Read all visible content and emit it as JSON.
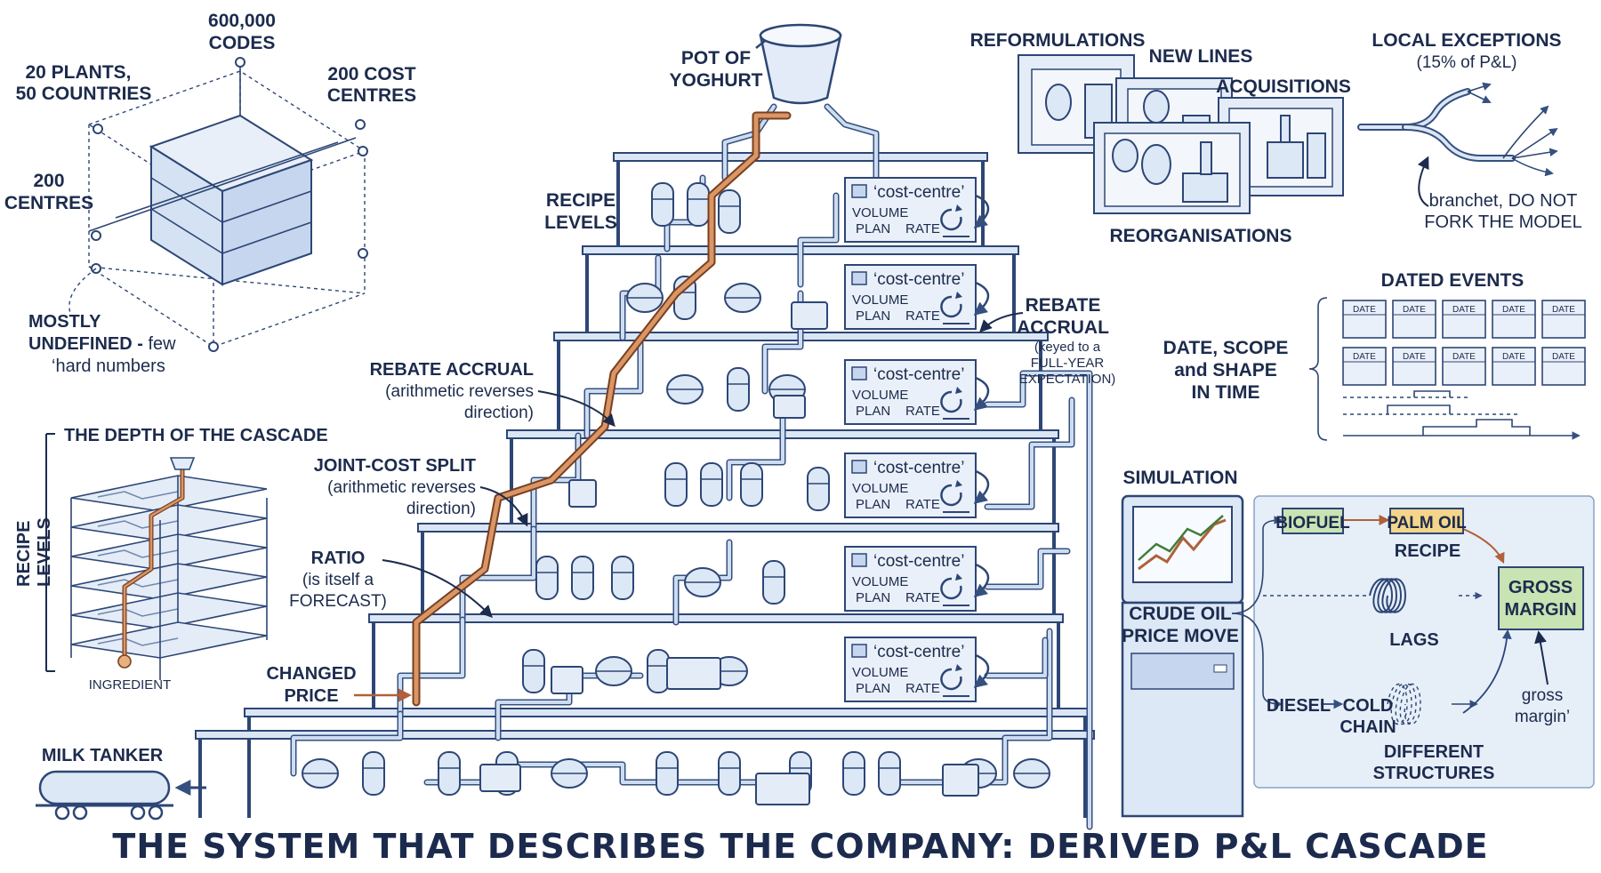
{
  "title": "THE SYSTEM THAT DESCRIBES THE COMPANY: DERIVED P&L CASCADE",
  "cube": {
    "codes_count": "600,000",
    "codes_label": "CODES",
    "plants_line1": "20 PLANTS,",
    "plants_line2": "50 COUNTRIES",
    "cost_centres_line1": "200 COST",
    "cost_centres_line2": "CENTRES",
    "centres_count": "200",
    "centres_label": "CENTRES",
    "note_line1": "MOSTLY",
    "note_line2a": "UNDEFINED - ",
    "note_line2b": "few",
    "note_line3": "‘hard numbers"
  },
  "depth": {
    "title": "THE DEPTH OF THE CASCADE",
    "side_label_line1": "RECIPE",
    "side_label_line2": "LEVELS",
    "bottom_label": "INGREDIENT"
  },
  "factory": {
    "product_line1": "POT OF",
    "product_line2": "YOGHURT",
    "recipe_levels_line1": "RECIPE",
    "recipe_levels_line2": "LEVELS",
    "rebate_left_title": "REBATE ACCRUAL",
    "rebate_left_line1": "(arithmetic reverses",
    "rebate_left_line2": "direction)",
    "joint_title": "JOINT-COST SPLIT",
    "joint_line1": "(arithmetic reverses",
    "joint_line2": "direction)",
    "ratio_title": "RATIO",
    "ratio_line1": "(is itself a",
    "ratio_line2": "FORECAST)",
    "changed_line1": "CHANGED",
    "changed_line2": "PRICE",
    "tanker": "MILK TANKER",
    "rebate_right_line1": "REBATE",
    "rebate_right_line2": "ACCRUAL",
    "rebate_right_note1": "(keyed to a",
    "rebate_right_note2": "FULL-YEAR",
    "rebate_right_note3": "EXPECTATION)"
  },
  "cost_centre_card": {
    "title": "‘cost-centre’",
    "volume": "VOLUME",
    "plan": "PLAN",
    "rate": "RATE"
  },
  "changes": {
    "reformulations": "REFORMULATIONS",
    "new_lines": "NEW LINES",
    "acquisitions": "ACQUISITIONS",
    "reorganisations": "REORGANISATIONS"
  },
  "exceptions": {
    "title": "LOCAL EXCEPTIONS",
    "subtitle": "(15% of P&L)",
    "note_line1": "branchet, DO NOT",
    "note_line2": "FORK THE MODEL"
  },
  "events": {
    "title": "DATED EVENTS",
    "card_label": "DATE",
    "left_line1": "DATE, SCOPE",
    "left_line2": "and SHAPE",
    "left_line3": "IN TIME"
  },
  "simulation": {
    "title": "SIMULATION",
    "trigger_line1": "CRUDE OIL",
    "trigger_line2": "PRICE MOVE",
    "biofuel": "BIOFUEL",
    "palm_oil": "PALM OIL",
    "recipe": "RECIPE",
    "gross_margin_line1": "GROSS",
    "gross_margin_line2": "MARGIN",
    "lags": "LAGS",
    "diesel": "DIESEL",
    "cold_chain_line1": "COLD",
    "cold_chain_line2": "CHAIN",
    "structures_line1": "DIFFERENT",
    "structures_line2": "STRUCTURES",
    "gm_note_line1": "gross",
    "gm_note_line2": "margin’"
  },
  "colors": {
    "ink": "#1c2b4d",
    "pipe": "#35507f",
    "fill_light": "#dde8f6",
    "orange_path": "#d99666",
    "biofuel_box": "#c9e3b3",
    "palm_box": "#f4d58a",
    "margin_box": "#c9e3b3",
    "panel_bg": "#e6eef8"
  }
}
